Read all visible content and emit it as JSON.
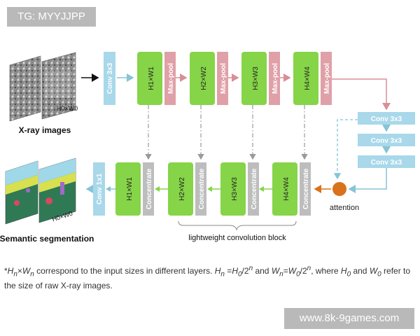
{
  "watermark_top": "TG: MYYJJPP",
  "watermark_bottom": "www.8k-9games.com",
  "input": {
    "caption": "X-ray images",
    "size_label": "H0×W0"
  },
  "output": {
    "caption": "Semantic segmentation",
    "size_label": "H0×W0"
  },
  "encoder": {
    "conv_label": "Conv 3x3",
    "blocks": [
      {
        "label": "H1×W1",
        "pool": "Max-pool"
      },
      {
        "label": "H2×W2",
        "pool": "Max-pool"
      },
      {
        "label": "H3×W3",
        "pool": "Max-pool"
      },
      {
        "label": "H4×W4",
        "pool": "Max-pool"
      }
    ]
  },
  "bottleneck": {
    "convs": [
      "Conv 3x3",
      "Conv 3x3",
      "Conv 3x3"
    ]
  },
  "attention_label": "attention",
  "decoder": {
    "blocks": [
      {
        "label": "H4×W4",
        "concat": "Concentrate"
      },
      {
        "label": "H3×W3",
        "concat": "Concentrate"
      },
      {
        "label": "H2×W2",
        "concat": "Concentrate"
      },
      {
        "label": "H1×W1",
        "concat": "Concentrate"
      }
    ],
    "final_conv": "Conv 1x1",
    "group_label": "lightweight convolution block"
  },
  "footnote": {
    "p1": "*",
    "p2": "H",
    "p3": "n",
    "p4": "×",
    "p5": "W",
    "p6": "n",
    "p7": " correspond to the input sizes in different layers. ",
    "p8": "H",
    "p9": "n",
    "p10": " =",
    "p11": "H",
    "p12": "0",
    "p13": "/2",
    "p14": "n",
    "p15": " and ",
    "p16": "W",
    "p17": "n",
    "p18": "=",
    "p19": "W",
    "p20": "0",
    "p21": "/2",
    "p22": "n",
    "p23": ", where ",
    "p24": "H",
    "p25": "0",
    "p26": " and ",
    "p27": "W",
    "p28": "0",
    "p29": " refer to the size of raw X-ray images."
  },
  "colors": {
    "green": "#86d448",
    "blue": "#a8d8ea",
    "pink": "#e0a0a8",
    "gray": "#bdbdbd",
    "arrow_blue": "#86c4d6",
    "arrow_pink": "#d88f98",
    "attention": "#d9721c"
  }
}
